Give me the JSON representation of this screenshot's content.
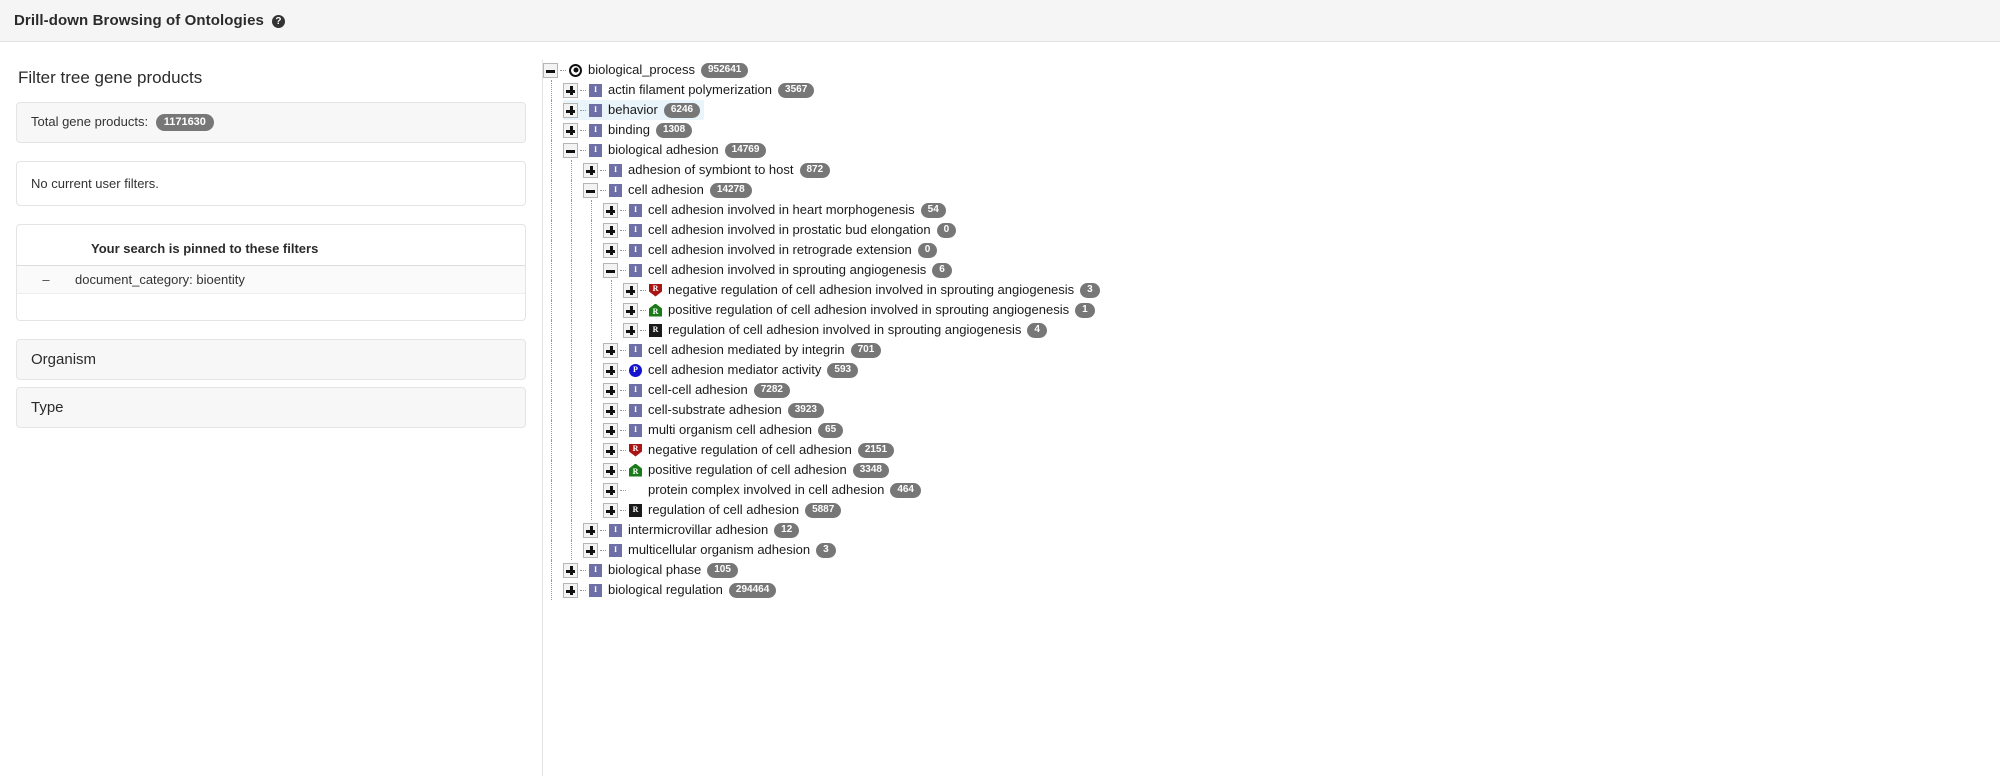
{
  "header": {
    "title": "Drill-down Browsing of Ontologies",
    "help_icon": "question-mark-icon",
    "help_label": "?"
  },
  "filter_panel": {
    "heading": "Filter tree gene products",
    "total_label": "Total gene products:",
    "total_count": "1171630",
    "no_filters_text": "No current user filters.",
    "pinned": {
      "title": "Your search is pinned to these filters",
      "rows": [
        {
          "remove_glyph": "–",
          "label": "document_category: bioentity"
        }
      ]
    },
    "accordions": [
      {
        "label": "Organism"
      },
      {
        "label": "Type"
      }
    ]
  },
  "tree": {
    "nodes": [
      {
        "depth": 0,
        "toggle": "minus",
        "glyph": "root",
        "label": "biological_process",
        "count": "952641",
        "highlight": false
      },
      {
        "depth": 1,
        "toggle": "plus",
        "glyph": "bp",
        "label": "actin filament polymerization",
        "count": "3567",
        "highlight": false
      },
      {
        "depth": 1,
        "toggle": "plus",
        "glyph": "bp",
        "label": "behavior",
        "count": "6246",
        "highlight": true
      },
      {
        "depth": 1,
        "toggle": "plus",
        "glyph": "bp",
        "label": "binding",
        "count": "1308",
        "highlight": false
      },
      {
        "depth": 1,
        "toggle": "minus",
        "glyph": "bp",
        "label": "biological adhesion",
        "count": "14769",
        "highlight": false
      },
      {
        "depth": 2,
        "toggle": "plus",
        "glyph": "bp",
        "label": "adhesion of symbiont to host",
        "count": "872",
        "highlight": false
      },
      {
        "depth": 2,
        "toggle": "minus",
        "glyph": "bp",
        "label": "cell adhesion",
        "count": "14278",
        "highlight": false
      },
      {
        "depth": 3,
        "toggle": "plus",
        "glyph": "bp",
        "label": "cell adhesion involved in heart morphogenesis",
        "count": "54",
        "highlight": false
      },
      {
        "depth": 3,
        "toggle": "plus",
        "glyph": "bp",
        "label": "cell adhesion involved in prostatic bud elongation",
        "count": "0",
        "highlight": false
      },
      {
        "depth": 3,
        "toggle": "plus",
        "glyph": "bp",
        "label": "cell adhesion involved in retrograde extension",
        "count": "0",
        "highlight": false
      },
      {
        "depth": 3,
        "toggle": "minus",
        "glyph": "bp",
        "label": "cell adhesion involved in sprouting angiogenesis",
        "count": "6",
        "highlight": false
      },
      {
        "depth": 4,
        "toggle": "plus",
        "glyph": "neg",
        "label": "negative regulation of cell adhesion involved in sprouting angiogenesis",
        "count": "3",
        "highlight": false
      },
      {
        "depth": 4,
        "toggle": "plus",
        "glyph": "pos",
        "label": "positive regulation of cell adhesion involved in sprouting angiogenesis",
        "count": "1",
        "highlight": false
      },
      {
        "depth": 4,
        "toggle": "plus",
        "glyph": "reg",
        "label": "regulation of cell adhesion involved in sprouting angiogenesis",
        "count": "4",
        "highlight": false
      },
      {
        "depth": 3,
        "toggle": "plus",
        "glyph": "bp",
        "label": "cell adhesion mediated by integrin",
        "count": "701",
        "highlight": false
      },
      {
        "depth": 3,
        "toggle": "plus",
        "glyph": "mf",
        "label": "cell adhesion mediator activity",
        "count": "593",
        "highlight": false
      },
      {
        "depth": 3,
        "toggle": "plus",
        "glyph": "bp",
        "label": "cell-cell adhesion",
        "count": "7282",
        "highlight": false
      },
      {
        "depth": 3,
        "toggle": "plus",
        "glyph": "bp",
        "label": "cell-substrate adhesion",
        "count": "3923",
        "highlight": false
      },
      {
        "depth": 3,
        "toggle": "plus",
        "glyph": "bp",
        "label": "multi organism cell adhesion",
        "count": "65",
        "highlight": false
      },
      {
        "depth": 3,
        "toggle": "plus",
        "glyph": "neg",
        "label": "negative regulation of cell adhesion",
        "count": "2151",
        "highlight": false
      },
      {
        "depth": 3,
        "toggle": "plus",
        "glyph": "pos",
        "label": "positive regulation of cell adhesion",
        "count": "3348",
        "highlight": false
      },
      {
        "depth": 3,
        "toggle": "plus",
        "glyph": "none",
        "label": "protein complex involved in cell adhesion",
        "count": "464",
        "highlight": false
      },
      {
        "depth": 3,
        "toggle": "plus",
        "glyph": "reg",
        "label": "regulation of cell adhesion",
        "count": "5887",
        "highlight": false
      },
      {
        "depth": 2,
        "toggle": "plus",
        "glyph": "bp",
        "label": "intermicrovillar adhesion",
        "count": "12",
        "highlight": false
      },
      {
        "depth": 2,
        "toggle": "plus",
        "glyph": "bp",
        "label": "multicellular organism adhesion",
        "count": "3",
        "highlight": false
      },
      {
        "depth": 1,
        "toggle": "plus",
        "glyph": "bp",
        "label": "biological phase",
        "count": "105",
        "highlight": false
      },
      {
        "depth": 1,
        "toggle": "plus",
        "glyph": "bp",
        "label": "biological regulation",
        "count": "294464",
        "highlight": false
      }
    ],
    "glyph_letters": {
      "root": "",
      "bp": "I",
      "mf": "P",
      "reg": "R",
      "neg": "R",
      "pos": "R",
      "none": ""
    },
    "glyph_names": {
      "root": "ontology-root-target-icon",
      "bp": "biological-process-icon",
      "mf": "molecular-function-icon",
      "reg": "regulation-icon",
      "neg": "negative-regulation-icon",
      "pos": "positive-regulation-icon",
      "none": "no-type-icon"
    }
  },
  "colors": {
    "badge_gray": "#777777",
    "panel_bg": "#f7f7f7",
    "highlight_blue": "#eaf4fb",
    "bp_purple": "#6f6fa8",
    "mf_blue": "#1414cf",
    "neg_red": "#a81515",
    "pos_green": "#1a7a1a",
    "reg_black": "#1a1a1a"
  }
}
